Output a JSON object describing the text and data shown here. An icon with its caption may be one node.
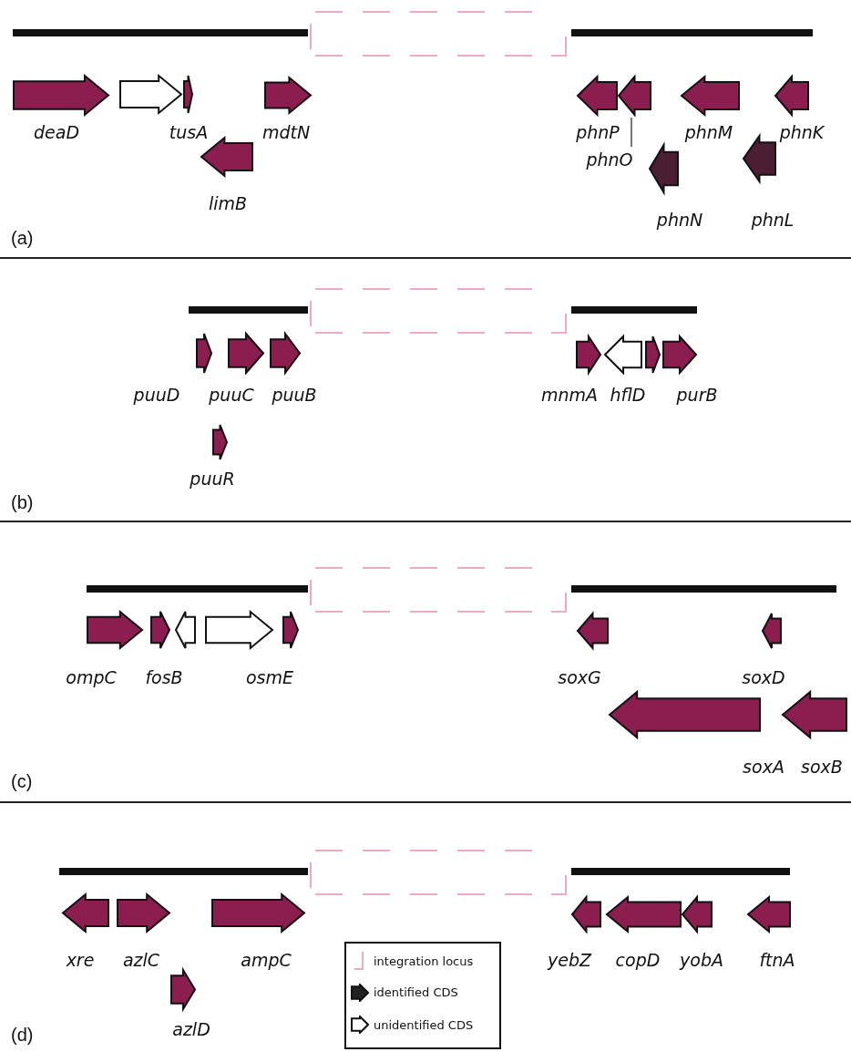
{
  "diagram": {
    "nodes": [
      {
        "text": [
          "deaD"
        ]
      },
      {
        "text": [],
        "shape": "arrow"
      },
      {
        "text": [
          "tusA"
        ]
      },
      {
        "text": [
          "mdtN"
        ]
      },
      {
        "text": [
          "limB"
        ]
      },
      {
        "text": [
          "phnP"
        ]
      },
      {
        "text": [],
        "shape": "arrow"
      },
      {
        "text": [
          "phnO"
        ]
      },
      {
        "text": [
          "phnM"
        ]
      },
      {
        "text": [
          "phnK"
        ]
      },
      {
        "text": [
          "phnN"
        ]
      },
      {
        "text": [
          "phnL"
        ]
      },
      {
        "text": [
          "puuD"
        ]
      },
      {
        "text": [
          "puuC"
        ]
      },
      {
        "text": [
          "puuB"
        ]
      },
      {
        "text": [
          "puuR"
        ]
      },
      {
        "text": [
          "mnmA"
        ]
      },
      {
        "text": [
          "hflD"
        ]
      },
      {
        "text": [],
        "shape": "arrow"
      },
      {
        "text": [
          "purB"
        ]
      },
      {
        "text": [
          "ompC"
        ]
      },
      {
        "text": [
          "fosB"
        ]
      },
      {
        "text": [],
        "shape": "arrow"
      },
      {
        "text": [],
        "shape": "arrow"
      },
      {
        "text": [
          "osmE"
        ]
      },
      {
        "text": [
          "soxG"
        ]
      },
      {
        "text": [
          "soxD"
        ]
      },
      {
        "text": [
          "soxA"
        ]
      },
      {
        "text": [
          "soxB"
        ]
      },
      {
        "text": [
          "xre"
        ]
      },
      {
        "text": [
          "azlC"
        ]
      },
      {
        "text": [
          "azlD"
        ]
      },
      {
        "text": [
          "ampC"
        ]
      },
      {
        "text": [
          "yebZ"
        ]
      },
      {
        "text": [
          "copD"
        ]
      },
      {
        "text": [
          "yobA"
        ]
      },
      {
        "text": [
          "ftnA"
        ]
      }
    ],
    "edges": [
      {
        "from": 7,
        "to": 6,
        "arrow": "none"
      }
    ],
    "labels": [
      "(a)",
      "(b)",
      "(c)",
      "(d)"
    ],
    "legend": [
      {
        "text": "integration locus"
      },
      {
        "text": "identified CDS"
      },
      {
        "text": "unidentified CDS"
      }
    ]
  }
}
